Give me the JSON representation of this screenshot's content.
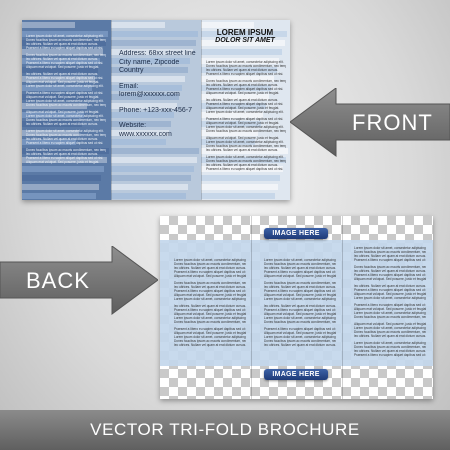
{
  "front": {
    "title_line1": "LOREM IPSUM",
    "title_line2": "DOLOR SIT AMET",
    "address": [
      "Address: 68xx street line",
      "City name, Zipcode",
      "Country"
    ],
    "email": [
      "Email:",
      "lorem@xxxxxx.com"
    ],
    "phone": "Phone: +123-xxx-456-7",
    "website": [
      "Website:",
      "www.xxxxxx.com"
    ],
    "body_lines": [
      "Lorem ipsum dolor sit amet, consectetur adipiscing elit.",
      "Donec faucibus ipsum ac mauris condimentum, nec tempor",
      "leo ultrices. Nullam vel quam at erat dictum cursus.",
      "Praesent a libero eu sapien aliquet dapibus sed ut nisi.",
      "Aliquam erat volutpat. Sed posuere, justo et feugiat."
    ]
  },
  "back": {
    "image_label": "IMAGE HERE",
    "body_lines": [
      "Lorem ipsum dolor sit amet, consectetur adipiscing elit.",
      "Donec faucibus ipsum ac mauris condimentum, nec tempor",
      "leo ultrices. Nullam vel quam at erat dictum cursus.",
      "Praesent a libero eu sapien aliquet dapibus sed ut nisi.",
      "Aliquam erat volutpat. Sed posuere, justo et feugiat."
    ]
  },
  "labels": {
    "front": "FRONT",
    "back": "BACK"
  },
  "footer": "VECTOR TRI-FOLD BROCHURE",
  "colors": {
    "accent_blue": "#2b4a8a",
    "arrow_gray": "#777777",
    "footer_gray": "#707070"
  }
}
